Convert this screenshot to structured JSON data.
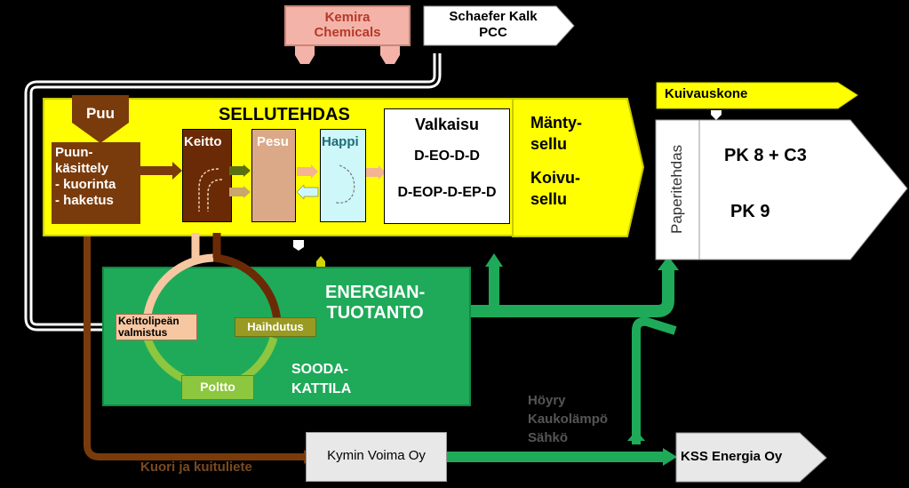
{
  "suppliers": {
    "kemira": "Kemira\nChemicals",
    "schaefer": "Schaefer Kalk\nPCC"
  },
  "pulp_mill": {
    "title": "SELLUTEHDAS",
    "wood": "Puu",
    "wood_handling": "Puun-\nkäsittely\n- kuorinta\n- haketus",
    "cooking": "Keitto",
    "washing": "Pesu",
    "oxygen": "Happi",
    "bleaching_title": "Valkaisu",
    "bleaching_seq_1": "D-EO-D-D",
    "bleaching_seq_2": "D-EOP-D-EP-D",
    "softwood_pulp": "Mänty-\nsellu",
    "hardwood_pulp": "Koivu-\nsellu"
  },
  "paper_mill": {
    "dryer": "Kuivauskone",
    "label": "Paperitehdas",
    "machine_1": "PK 8 + C3",
    "machine_2": "PK 9"
  },
  "energy": {
    "title": "ENERGIAN-\nTUOTANTO",
    "liquor_prep": "Keittolipeän\nvalmistus",
    "evaporation": "Haihdutus",
    "combustion": "Poltto",
    "recovery_boiler": "SOODA-\nKATTILA"
  },
  "external": {
    "kymin_voima": "Kymin Voima Oy",
    "kss_energia": "KSS Energia Oy",
    "bark_label": "Kuori ja kuituliete",
    "utilities_label": "Höyry\nKaukolämpö\nSähkö"
  },
  "colors": {
    "background": "#000000",
    "pulp_mill_fill": "#ffff00",
    "energy_fill": "#1faa59",
    "wood_brown": "#7a3b0c",
    "cooking_brown": "#6b2a06",
    "washing_tan": "#dba987",
    "oxygen_cyan": "#cdf7f9",
    "kemira_pink": "#f4b3a8",
    "liquor_orange": "#f7c7a2",
    "olive_box": "#9a9a22",
    "lime_box": "#8dc63f"
  }
}
